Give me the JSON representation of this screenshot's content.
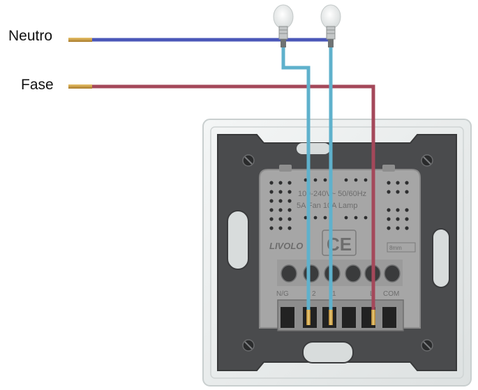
{
  "wires": {
    "neutral_label": "Neutro",
    "phase_label": "Fase",
    "neutral_color": "#4a57b8",
    "phase_color": "#a4485a",
    "load_color": "#5fb1cc"
  },
  "module": {
    "spec_line1": "100-240V~ 50/60Hz",
    "spec_line2": "5A Fan 10A Lamp",
    "ce_mark": "CE",
    "brand": "LIVOLO",
    "terminal_ng": "N/G",
    "terminal_2": "2",
    "terminal_1": "1",
    "terminal_l": "L",
    "terminal_com": "COM",
    "strip_gauge": "8mm"
  },
  "colors": {
    "panel_frame": "#e9ecec",
    "back_plate": "#4a4b4d",
    "module_body": "#a6a6a6"
  }
}
